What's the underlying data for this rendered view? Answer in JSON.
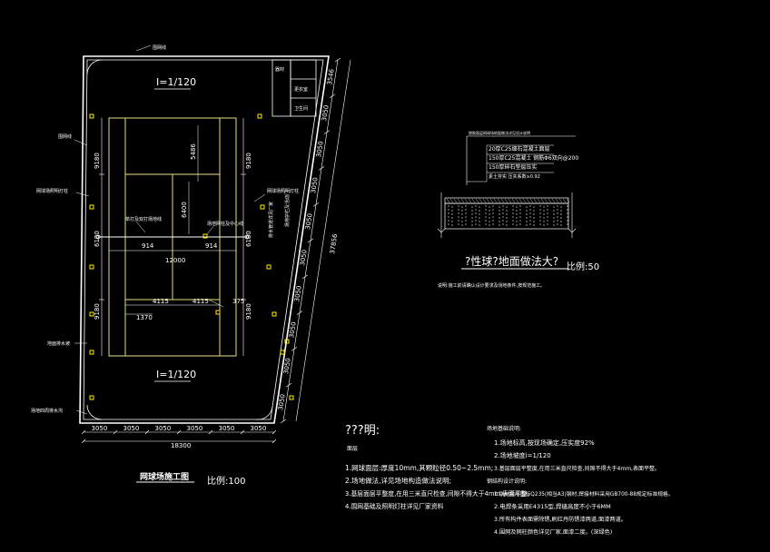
{
  "plan": {
    "slope_top": "I=1/120",
    "slope_bottom": "I=1/120",
    "labels": {
      "fence_top": "围网线",
      "fence_left": "围网线",
      "light_left": "网球场照明灯柱",
      "light_right": "网球场照明灯柱",
      "drain_left": "地面排水坡",
      "court_line": "单打及双打场地线",
      "net_post": "场地网柱及中心线",
      "pipe_right": "排水管道详见厂家",
      "corner_bottom": "场地四周排水沟",
      "room_1": "器材",
      "room_2": "更衣室",
      "room_3": "卫生间",
      "right_vertical": "场地护栏及活动门"
    },
    "dims": {
      "left_top": "9180",
      "left_mid": "6180",
      "left_bottom": "9180",
      "right_top": "9180",
      "right_mid": "6180",
      "right_bottom": "9180",
      "inner_top": "5486",
      "inner_mid": "6400",
      "w_914_left": "914",
      "w_914_right": "914",
      "w_12000": "12000",
      "w_4115_left": "4115",
      "w_4115_right": "4115",
      "w_1370": "1370",
      "w_375": "375",
      "bottom_segs": [
        "3050",
        "3050",
        "3050",
        "3050",
        "3050",
        "3050"
      ],
      "bottom_total": "18300",
      "diag_segs": [
        "3546",
        "3050",
        "3050",
        "3050",
        "3050",
        "3050",
        "3050",
        "3050",
        "3050",
        "3050"
      ],
      "diag_total": "37856"
    },
    "title": "网球场施工图",
    "scale": "比例:100"
  },
  "section": {
    "header": "塑胶面层网球场地面做法详见设计说明",
    "layers": [
      "20厚C25细石混凝土面层",
      "150厚C25混凝土 钢筋Φ6双向@200",
      "150厚碎石垫层压实",
      "素土夯实 压实系数≥0.92"
    ],
    "title": "?性球?地面做法大?",
    "scale": "比例:50",
    "note": "说明:施工前请确认设计要求及场地条件,按规范施工。"
  },
  "notes": {
    "heading": "???明:",
    "sub": "面层",
    "items": [
      "1.网球面层:厚度10mm,其颗粒径0.50~2.5mm;",
      "2.场地做法,详见场地构造做法说明;",
      "3.基层面层平整度,在用三米直尺检查,间隙不得大于4mm,表面平整;",
      "4.围网基础及照明灯柱详见厂家资料"
    ],
    "col2_heading": "场地基础说明:",
    "col2_items": [
      "1.场地标高,按现场确定,压实度92%",
      "2.场地坡度i=1/120",
      "3.基层面层平整度,在用三米直尺检查,间隙不得大于4mm,表面平整。"
    ],
    "col3_heading": "钢结构设计说明:",
    "col3_items": [
      "1.钢材采用国标Q235(相当A3)钢材,焊接材料采用GB700-88规定标准规格。",
      "2.电焊条采用E4315型,焊缝高度不小于6MM",
      "3.所有构件表面需除锈,刷红丹防锈漆两道,面漆两道。",
      "4.围网及网柱颜色详见厂家,面漆二度。(深绿色)"
    ]
  }
}
